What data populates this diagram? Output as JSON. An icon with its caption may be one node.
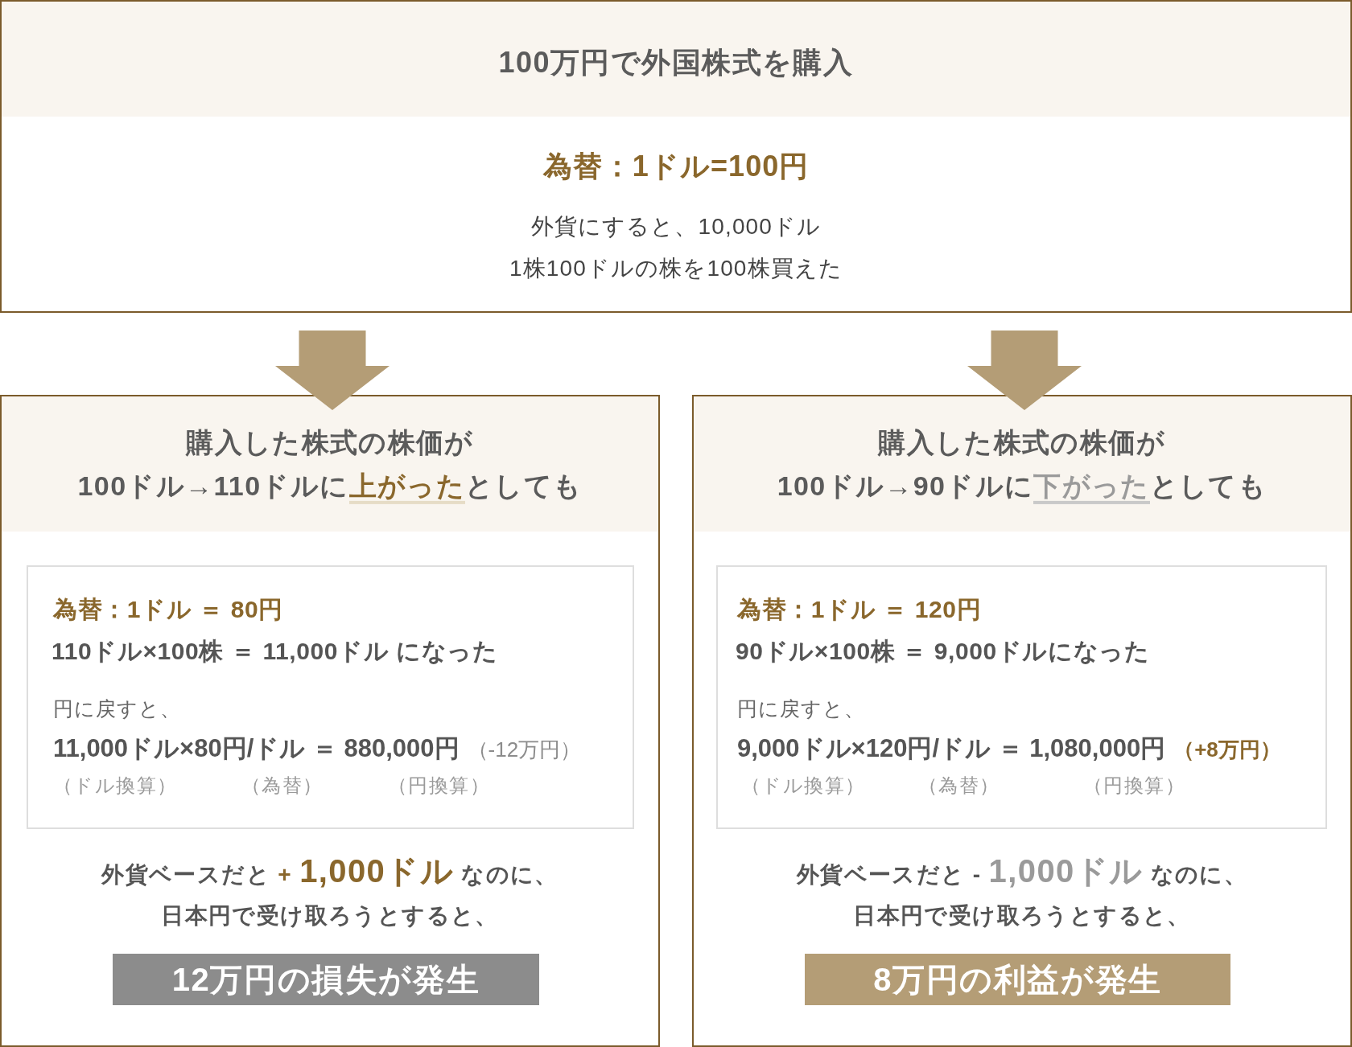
{
  "diagram": {
    "nodes": [
      {
        "text": [
          "為替：1ドル=100円",
          "外貨にすると、10,000ドル",
          "1株100ドルの株を100株買えた"
        ]
      },
      {
        "text": [
          "100万円で外国株式を購入"
        ],
        "in": 0
      },
      {
        "text": [
          "外貨ベースだと + 1,000ドル なのに、",
          "日本円で受け取ろうとすると、"
        ]
      },
      {
        "text": [
          "購入した株式の株価が",
          "100ドル→110ドルに上がったとしても"
        ],
        "in": 2
      },
      {
        "text": [
          "為替：1ドル ＝ 80円",
          "110ドル×100株 ＝ 11,000ドル になった",
          "円に戻すと、",
          "11,000ドル×80円/ドル ＝ 880,000円",
          "（-12万円）",
          "（ドル換算）",
          "（為替）",
          "（円換算）"
        ],
        "in": 2
      },
      {
        "text": [
          "12万円の損失が発生"
        ],
        "in": 2
      },
      {
        "text": [
          "外貨ベースだと - 1,000ドル なのに、",
          "日本円で受け取ろうとすると、"
        ]
      },
      {
        "text": [
          "購入した株式の株価が",
          "100ドル→90ドルに下がったとしても"
        ],
        "in": 6
      },
      {
        "text": [
          "為替：1ドル ＝ 120円",
          "90ドル×100株 ＝ 9,000ドルになった",
          "円に戻すと、",
          "9,000ドル×120円/ドル ＝ 1,080,000円",
          "（+8万円）",
          "（ドル換算）",
          "（為替）",
          "（円換算）"
        ],
        "in": 6
      },
      {
        "text": [
          "8万円の利益が発生"
        ],
        "in": 6
      }
    ],
    "edges": [
      {
        "from": 0,
        "to": 3,
        "arrow": "to"
      },
      {
        "from": 0,
        "to": 7,
        "arrow": "to"
      }
    ]
  }
}
